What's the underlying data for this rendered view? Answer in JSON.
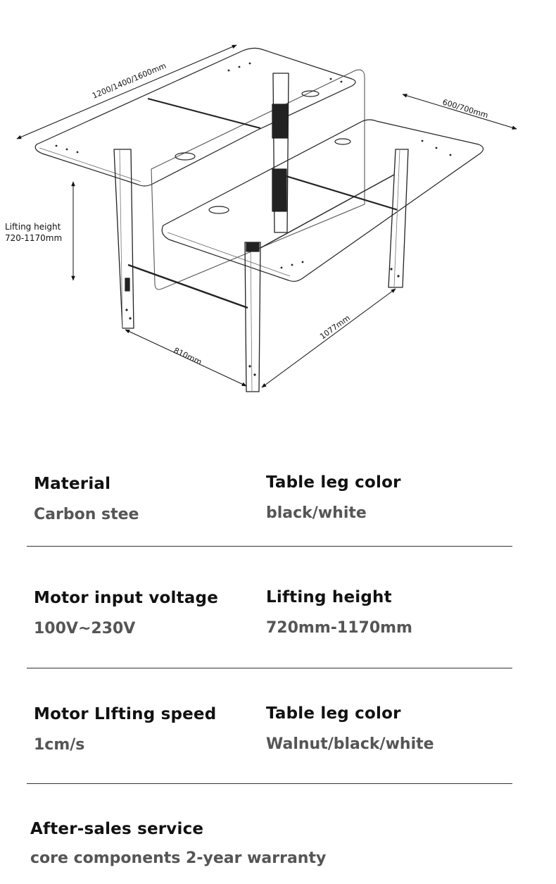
{
  "diagram": {
    "dims": {
      "width_options": "1200/1400/1600mm",
      "depth_options": "600/700mm",
      "lift_label_line1": "Lifting height",
      "lift_label_line2": "720-1170mm",
      "inner_width": "810mm",
      "base_length": "1077mm"
    }
  },
  "specs": [
    {
      "label": "Material",
      "value": "Carbon stee"
    },
    {
      "label": "Table leg color",
      "value": "black/white"
    },
    {
      "label": "Motor input voltage",
      "value": "100V~230V"
    },
    {
      "label": "Lifting height",
      "value": "720mm-1170mm"
    },
    {
      "label": "Motor LIfting speed",
      "value": "1cm/s"
    },
    {
      "label": "Table leg color",
      "value": "Walnut/black/white"
    },
    {
      "label": "After-sales service",
      "value": "core components 2-year warranty"
    }
  ]
}
